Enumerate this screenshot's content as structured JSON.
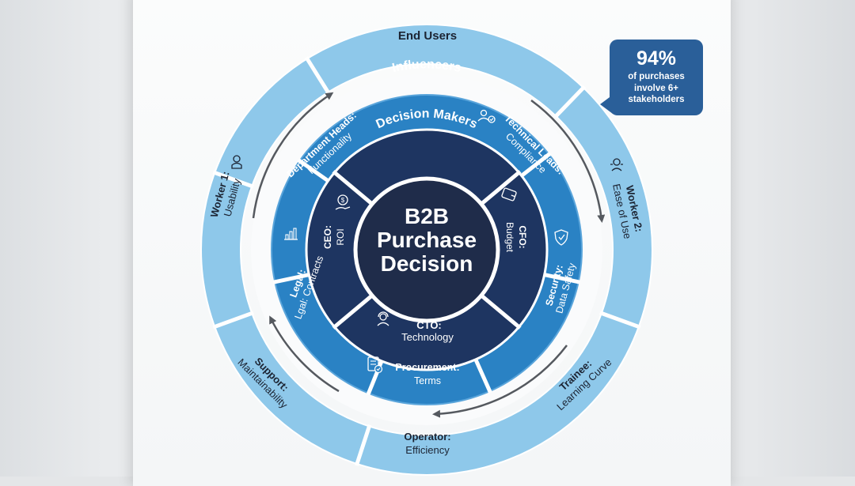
{
  "center": {
    "lines": [
      "B2B",
      "Purchase",
      "Decision"
    ]
  },
  "rings": {
    "decision_makers": {
      "title": "Decision Makers",
      "members": [
        {
          "role": "CEO:",
          "focus": "ROI",
          "icon": "money-hand-icon"
        },
        {
          "role": "CFO:",
          "focus": "Budget",
          "icon": "wallet-icon"
        },
        {
          "role": "CTO:",
          "focus": "Technology",
          "icon": "user-headset-icon"
        }
      ]
    },
    "influencers": {
      "title": "Influencers",
      "members": [
        {
          "role": "Department Heads:",
          "focus": "Functionality"
        },
        {
          "role": "Technical Leads:",
          "focus": "Compliance",
          "icon": "people-check-icon"
        },
        {
          "role": "Security:",
          "focus": "Data Safety",
          "icon": "shield-check-icon"
        },
        {
          "role": "Procurement:",
          "focus": "Terms",
          "icon": "document-check-icon"
        },
        {
          "role": "Legal:",
          "focus": "Lgal: Contracts",
          "icon": "bar-chart-icon"
        }
      ]
    },
    "end_users": {
      "title": "End Users",
      "members": [
        {
          "role": "Worker 1:",
          "focus": "Usability",
          "icon": "person-icon"
        },
        {
          "role": "Worker 2:",
          "focus": "Ease of Use",
          "icon": "person-gear-icon"
        },
        {
          "role": "Trainee:",
          "focus": "Learning Curve"
        },
        {
          "role": "Operator:",
          "focus": "Efficiency"
        },
        {
          "role": "Support:",
          "focus": "Maintainability"
        }
      ]
    }
  },
  "callout": {
    "value": "94%",
    "text": "of purchases involve 6+ stakeholders"
  },
  "colors": {
    "core": "#1f2c4a",
    "inner_ring": "#1e3561",
    "middle_ring": "#2a82c4",
    "outer_ring": "#8ec8ea",
    "callout": "#2a5f99",
    "arrow": "#55595f"
  }
}
